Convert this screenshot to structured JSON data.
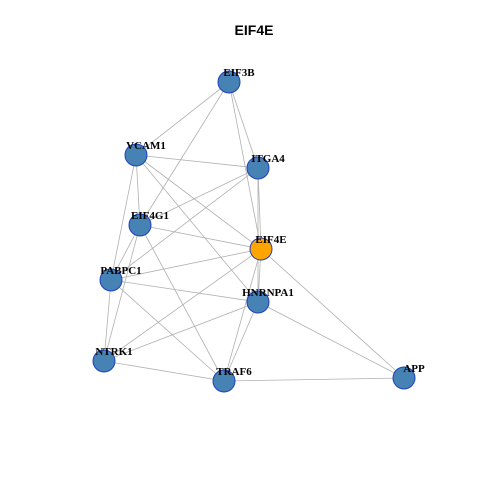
{
  "title": "EIF4E",
  "colors": {
    "default_node": "#4682b4",
    "highlight_node": "#ffa500",
    "node_border": "#1f3fbf",
    "edge": "#b0b0b0"
  },
  "nodes": [
    {
      "id": "EIF3B",
      "label": "EIF3B",
      "highlight": false
    },
    {
      "id": "VCAM1",
      "label": "VCAM1",
      "highlight": false
    },
    {
      "id": "ITGA4",
      "label": "ITGA4",
      "highlight": false
    },
    {
      "id": "EIF4G1",
      "label": "EIF4G1",
      "highlight": false
    },
    {
      "id": "EIF4E",
      "label": "EIF4E",
      "highlight": true
    },
    {
      "id": "PABPC1",
      "label": "PABPC1",
      "highlight": false
    },
    {
      "id": "HNRNPA1",
      "label": "HNRNPA1",
      "highlight": false
    },
    {
      "id": "NTRK1",
      "label": "NTRK1",
      "highlight": false
    },
    {
      "id": "TRAF6",
      "label": "TRAF6",
      "highlight": false
    },
    {
      "id": "APP",
      "label": "APP",
      "highlight": false
    }
  ],
  "edges": [
    [
      "EIF3B",
      "VCAM1"
    ],
    [
      "EIF3B",
      "ITGA4"
    ],
    [
      "EIF3B",
      "EIF4E"
    ],
    [
      "EIF3B",
      "EIF4G1"
    ],
    [
      "VCAM1",
      "ITGA4"
    ],
    [
      "VCAM1",
      "EIF4E"
    ],
    [
      "VCAM1",
      "HNRNPA1"
    ],
    [
      "VCAM1",
      "PABPC1"
    ],
    [
      "VCAM1",
      "EIF4G1"
    ],
    [
      "ITGA4",
      "EIF4E"
    ],
    [
      "ITGA4",
      "HNRNPA1"
    ],
    [
      "ITGA4",
      "EIF4G1"
    ],
    [
      "ITGA4",
      "PABPC1"
    ],
    [
      "EIF4G1",
      "EIF4E"
    ],
    [
      "EIF4G1",
      "PABPC1"
    ],
    [
      "EIF4G1",
      "TRAF6"
    ],
    [
      "EIF4G1",
      "NTRK1"
    ],
    [
      "EIF4E",
      "PABPC1"
    ],
    [
      "EIF4E",
      "HNRNPA1"
    ],
    [
      "EIF4E",
      "NTRK1"
    ],
    [
      "EIF4E",
      "TRAF6"
    ],
    [
      "EIF4E",
      "APP"
    ],
    [
      "PABPC1",
      "HNRNPA1"
    ],
    [
      "PABPC1",
      "NTRK1"
    ],
    [
      "PABPC1",
      "TRAF6"
    ],
    [
      "HNRNPA1",
      "NTRK1"
    ],
    [
      "HNRNPA1",
      "TRAF6"
    ],
    [
      "HNRNPA1",
      "APP"
    ],
    [
      "NTRK1",
      "TRAF6"
    ],
    [
      "TRAF6",
      "APP"
    ]
  ]
}
